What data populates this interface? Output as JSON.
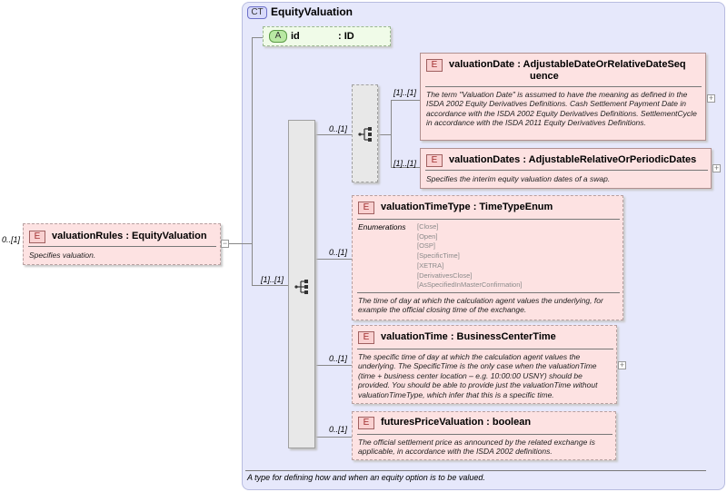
{
  "complex_type": {
    "tag": "CT",
    "name": "EquityValuation",
    "description": "A type for defining how and when an equity option is to be valued."
  },
  "attribute": {
    "tag": "A",
    "name": "id",
    "type": ": ID"
  },
  "root": {
    "tag": "E",
    "cardinality": "0..[1]",
    "name": "valuationRules",
    "type": ": EquityValuation",
    "description": "Specifies valuation.",
    "collapse": "−"
  },
  "sequence_cardinality": "[1]..[1]",
  "choice_cardinality": "0..[1]",
  "choice": [
    {
      "tag": "E",
      "cardinality": "[1]..[1]",
      "name_line1": "valuationDate",
      "type_line1": ": AdjustableDateOrRelativeDateSeq",
      "type_line2": "uence",
      "description": "The term \"Valuation Date\" is assumed to have the meaning as defined in the ISDA 2002 Equity Derivatives Definitions. Cash Settlement Payment Date in accordance with the ISDA 2002 Equity Derivatives Definitions. SettlementCycle in accordance with the ISDA 2011 Equity Derivatives Definitions.",
      "expand": "+"
    },
    {
      "tag": "E",
      "cardinality": "[1]..[1]",
      "name": "valuationDates",
      "type": ": AdjustableRelativeOrPeriodicDates",
      "description": "Specifies the interim equity valuation dates of a swap.",
      "expand": "+"
    }
  ],
  "sequence": [
    {
      "tag": "E",
      "cardinality": "0..[1]",
      "name": "valuationTimeType",
      "type": ": TimeTypeEnum",
      "enum_label": "Enumerations",
      "enumerations": [
        "[Close]",
        "[Open]",
        "[OSP]",
        "[SpecificTime]",
        "[XETRA]",
        "[DerivativesClose]",
        "[AsSpecifiedInMasterConfirmation]"
      ],
      "description": "The time of day at which the calculation agent values the underlying, for example the official closing time of the exchange."
    },
    {
      "tag": "E",
      "cardinality": "0..[1]",
      "name": "valuationTime",
      "type": ": BusinessCenterTime",
      "description": "The specific time of day at which the calculation agent values the underlying. The SpecificTime is the only case when the valuationTime (time + business center location – e.g. 10:00:00 USNY) should be provided. You should be able to provide just the valuationTime without valuationTimeType, which infer that this is a specific time.",
      "expand": "+"
    },
    {
      "tag": "E",
      "cardinality": "0..[1]",
      "name": "futuresPriceValuation",
      "type": ": boolean",
      "description": "The official settlement price as announced by the related exchange is applicable, in accordance with the ISDA 2002 definitions."
    }
  ]
}
